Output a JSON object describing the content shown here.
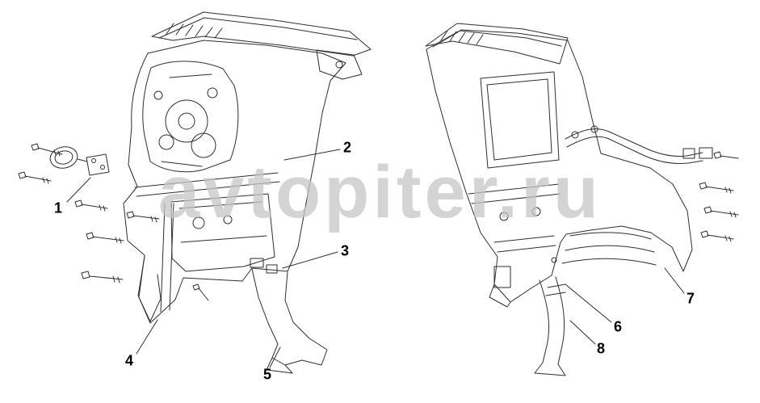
{
  "diagram": {
    "watermark": "avtopiter.ru",
    "line_color": "#2e2e2e",
    "watermark_color": "#c6c6c6",
    "background_color": "#ffffff",
    "callouts": [
      "1",
      "2",
      "3",
      "4",
      "5",
      "6",
      "7",
      "8"
    ]
  }
}
